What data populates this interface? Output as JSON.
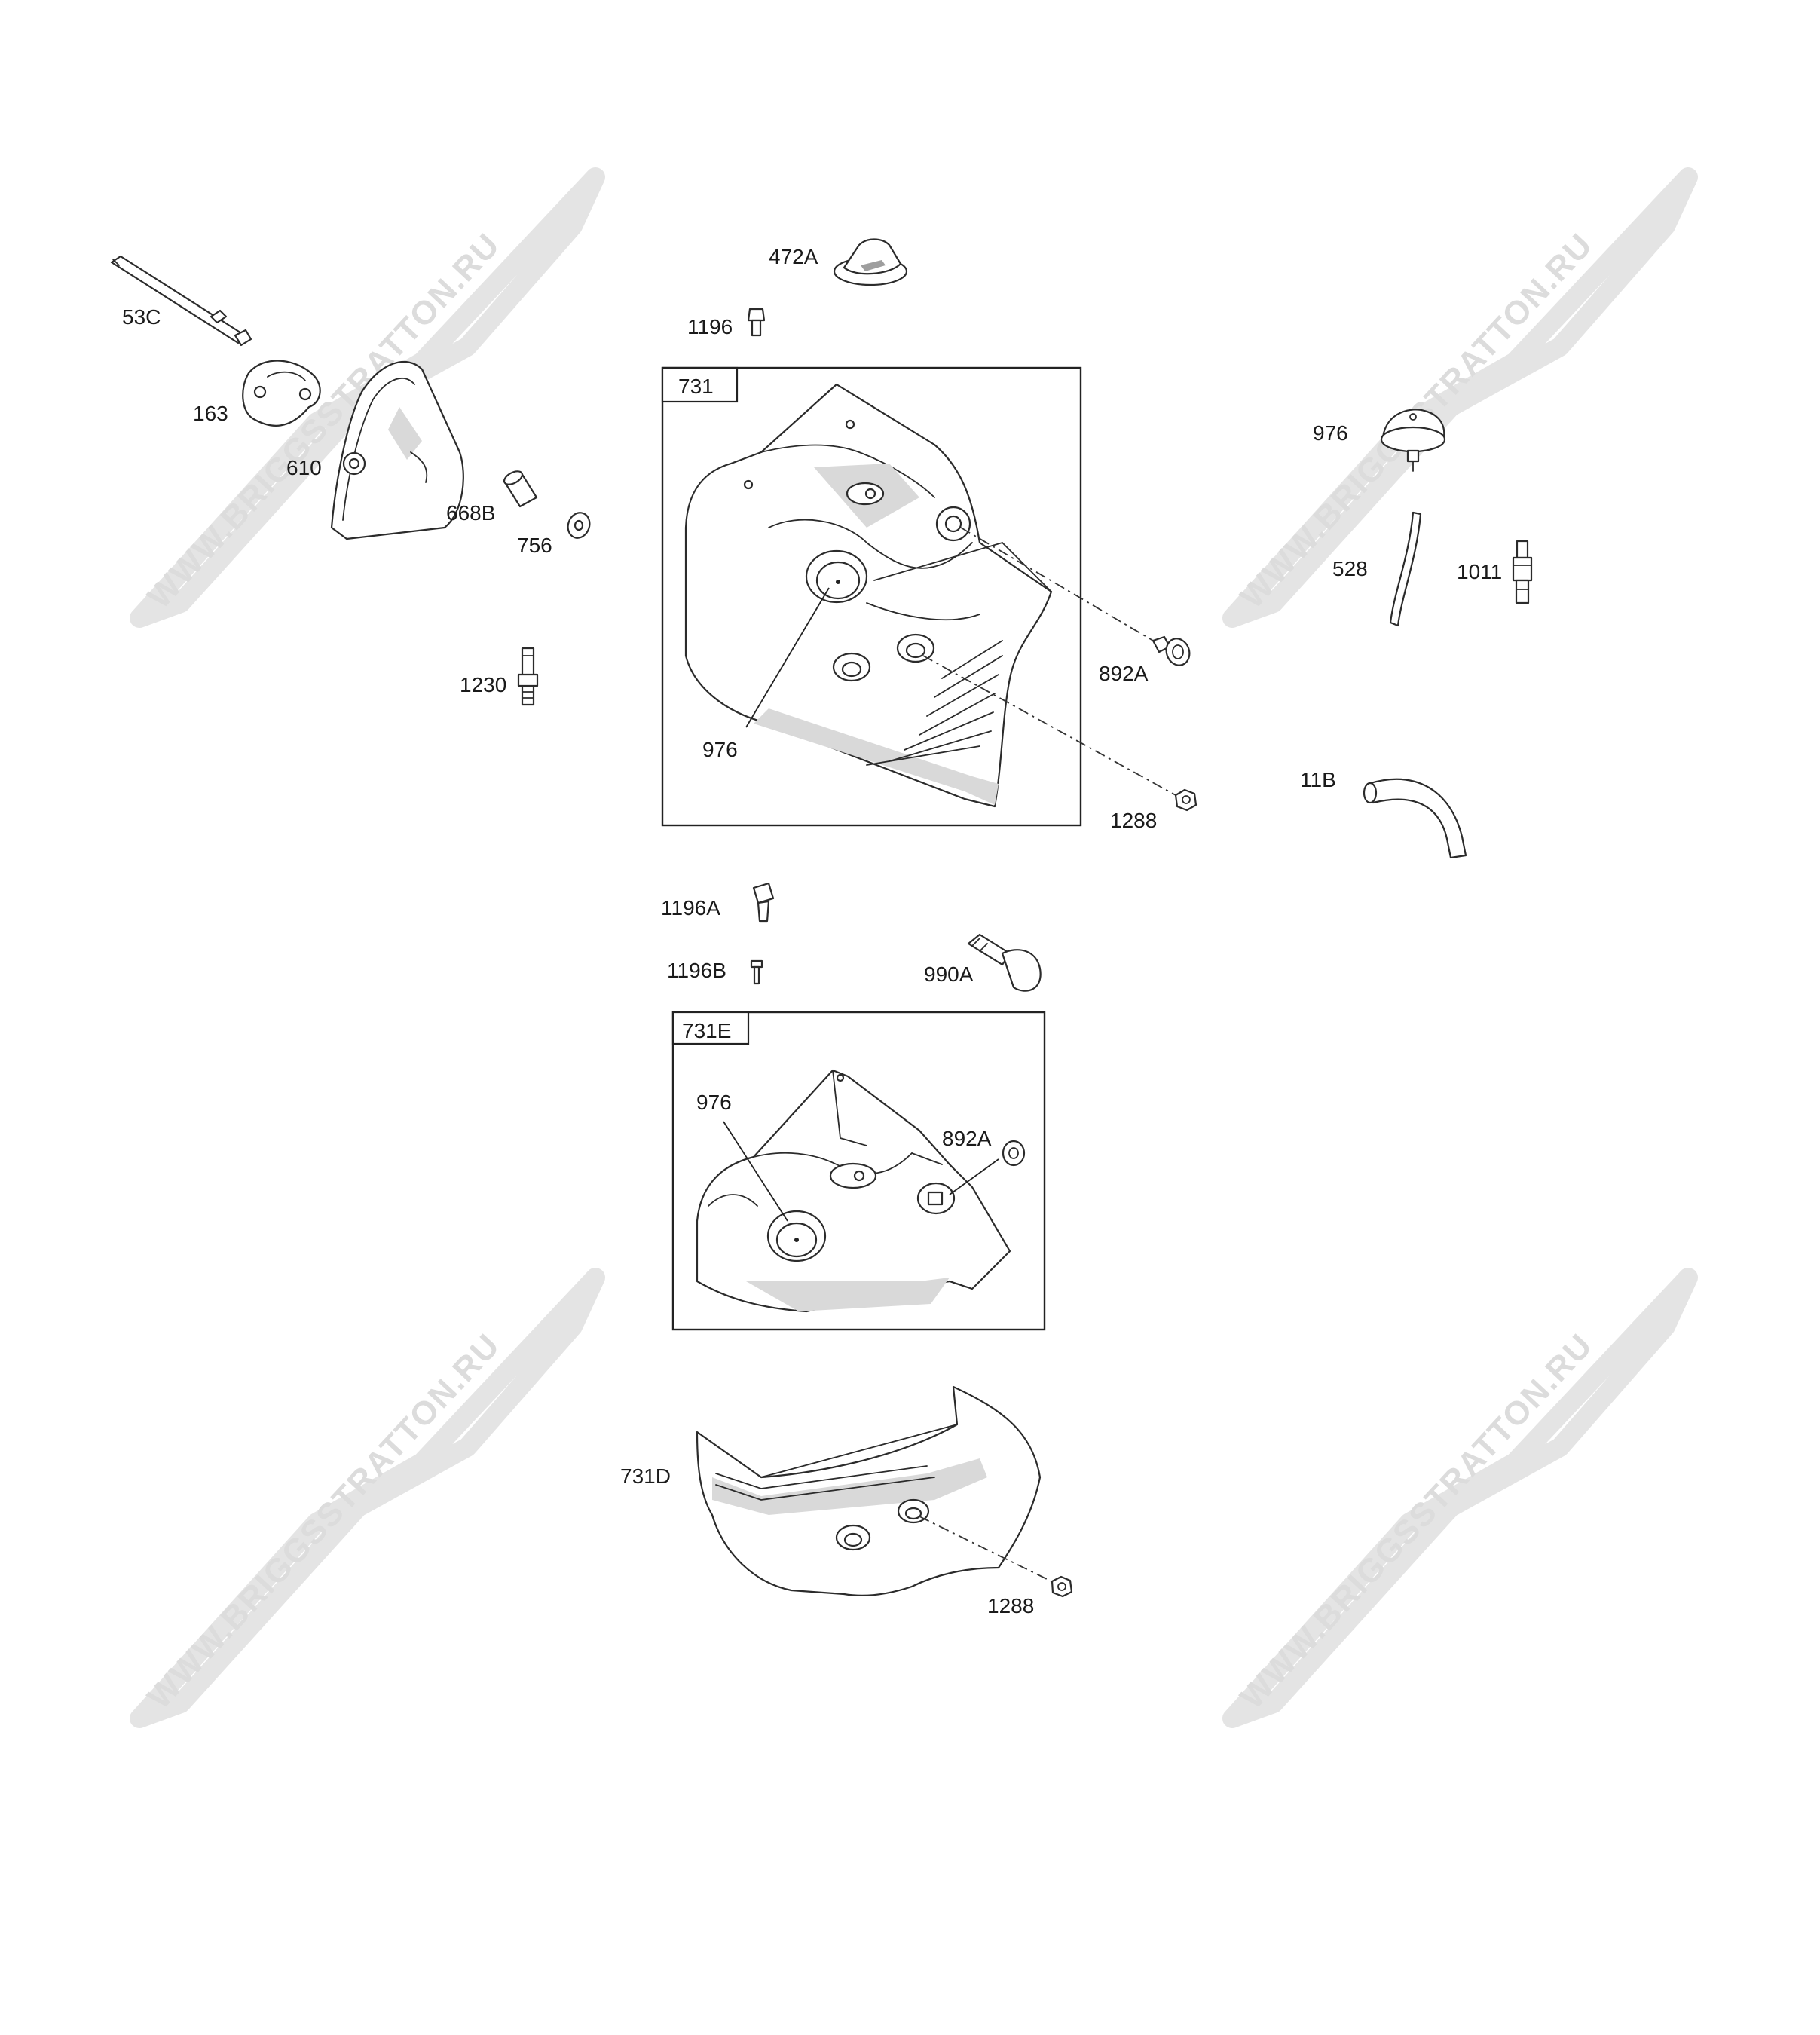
{
  "watermark": {
    "text": "WWW.BRIGGSSTRATTON.RU",
    "color": "#dcdcdc"
  },
  "parts": {
    "p53C": "53C",
    "p163": "163",
    "p610": "610",
    "p668B": "668B",
    "p756": "756",
    "p1230": "1230",
    "p472A": "472A",
    "p1196": "1196",
    "p731": "731",
    "p976_731": "976",
    "p892A_731": "892A",
    "p1288_731": "1288",
    "p976_right": "976",
    "p528": "528",
    "p1011": "1011",
    "p11B": "11B",
    "p1196A": "1196A",
    "p1196B": "1196B",
    "p990A": "990A",
    "p731E": "731E",
    "p976_731E": "976",
    "p892A_731E": "892A",
    "p731D": "731D",
    "p1288_731D": "1288"
  }
}
